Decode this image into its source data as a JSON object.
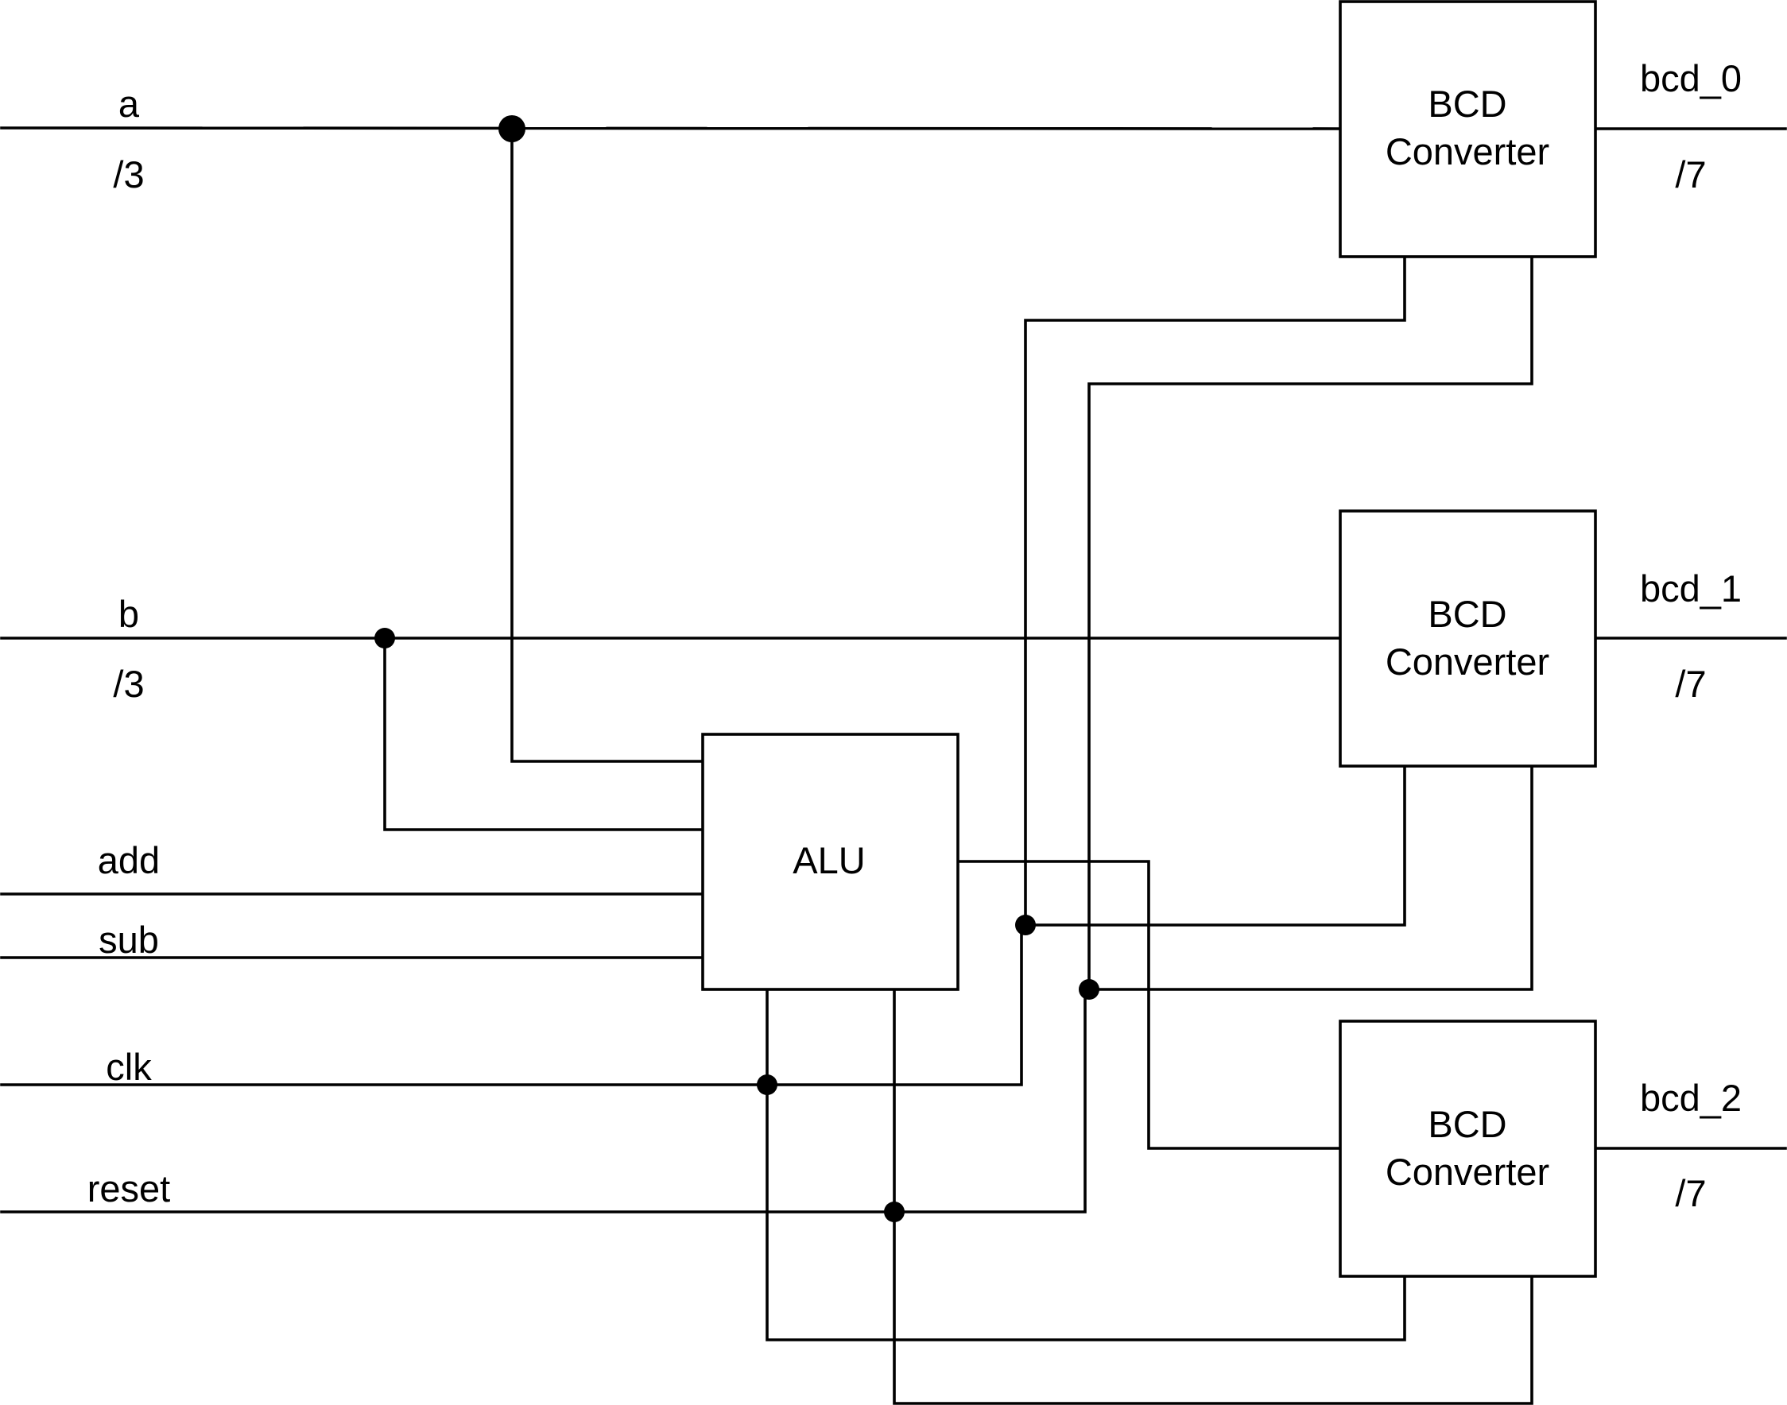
{
  "inputs": {
    "a": {
      "name": "a",
      "width": "/3"
    },
    "b": {
      "name": "b",
      "width": "/3"
    },
    "add": {
      "name": "add"
    },
    "sub": {
      "name": "sub"
    },
    "clk": {
      "name": "clk"
    },
    "reset": {
      "name": "reset"
    }
  },
  "blocks": {
    "alu": {
      "label": "ALU"
    },
    "bcd0": {
      "line1": "BCD",
      "line2": "Converter"
    },
    "bcd1": {
      "line1": "BCD",
      "line2": "Converter"
    },
    "bcd2": {
      "line1": "BCD",
      "line2": "Converter"
    }
  },
  "outputs": {
    "bcd_0": {
      "name": "bcd_0",
      "width": "/7"
    },
    "bcd_1": {
      "name": "bcd_1",
      "width": "/7"
    },
    "bcd_2": {
      "name": "bcd_2",
      "width": "/7"
    }
  },
  "colors": {
    "line": "#000000",
    "background": "#ffffff"
  }
}
